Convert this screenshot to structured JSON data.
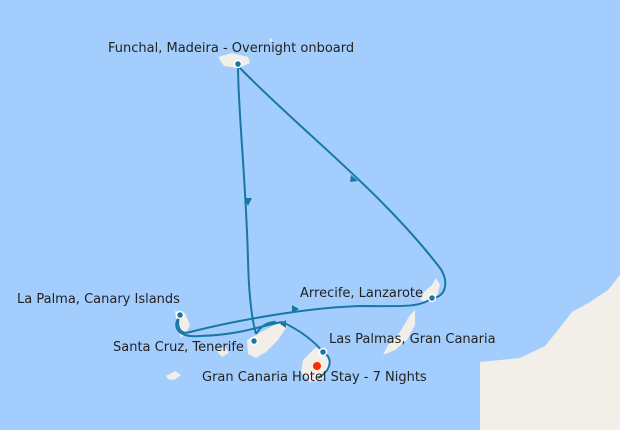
{
  "map": {
    "colors": {
      "sea": "#a3cdfd",
      "land": "#f2efe9",
      "route": "#1877a4",
      "hotel": "#ff2a00"
    },
    "ports": [
      {
        "name": "Funchal, Madeira - Overnight onboard"
      },
      {
        "name": "La Palma, Canary Islands"
      },
      {
        "name": "Arrecife, Lanzarote"
      },
      {
        "name": "Santa Cruz, Tenerife"
      },
      {
        "name": "Las Palmas, Gran Canaria"
      },
      {
        "name": "Gran Canaria Hotel Stay - 7 Nights"
      }
    ]
  }
}
